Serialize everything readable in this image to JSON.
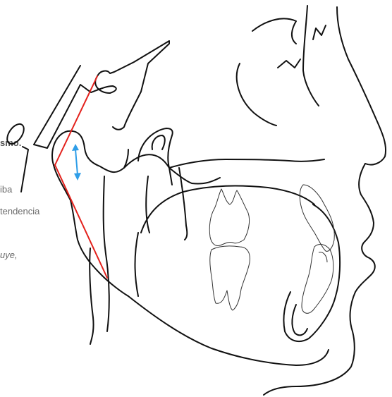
{
  "text_fragments": {
    "f1": "smo.",
    "f2": "iba",
    "f3": "tendencia",
    "f4": "uye,"
  },
  "colors": {
    "outline": "#111111",
    "tooth_outline": "#333333",
    "reference_line": "#e3211c",
    "measure_arrow": "#2f9ee8",
    "text": "#6b6b6b"
  },
  "icons": {
    "arrow": "double-headed-arrow"
  }
}
